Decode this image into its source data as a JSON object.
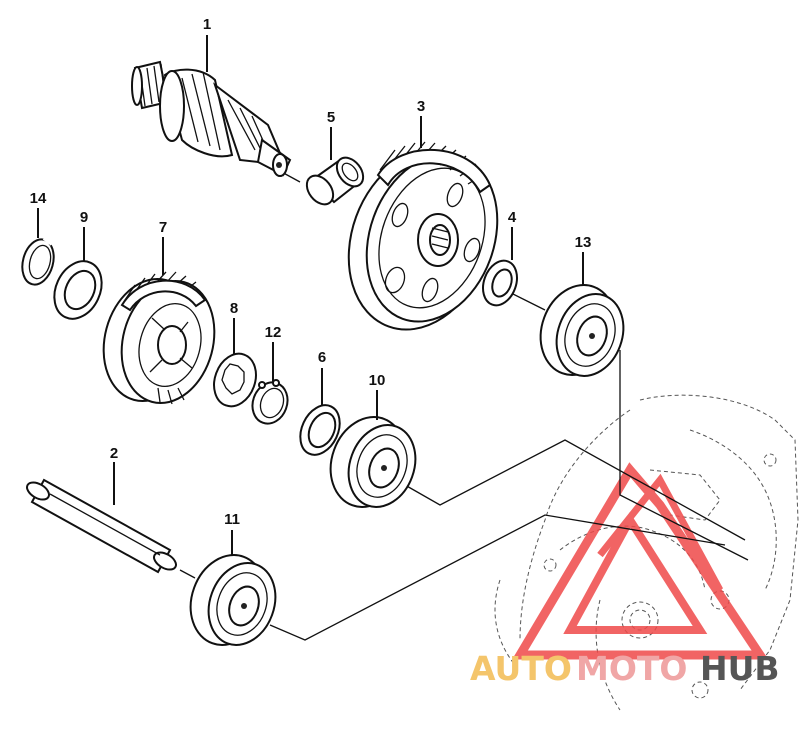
{
  "callouts": [
    {
      "id": "1",
      "label": "1"
    },
    {
      "id": "2",
      "label": "2"
    },
    {
      "id": "3",
      "label": "3"
    },
    {
      "id": "4",
      "label": "4"
    },
    {
      "id": "5",
      "label": "5"
    },
    {
      "id": "6",
      "label": "6"
    },
    {
      "id": "7",
      "label": "7"
    },
    {
      "id": "8",
      "label": "8"
    },
    {
      "id": "9",
      "label": "9"
    },
    {
      "id": "10",
      "label": "10"
    },
    {
      "id": "11",
      "label": "11"
    },
    {
      "id": "12",
      "label": "12"
    },
    {
      "id": "13",
      "label": "13"
    },
    {
      "id": "14",
      "label": "14"
    }
  ],
  "watermark": {
    "part1": "AUTO",
    "part2": "MOTO",
    "part3": "HUB",
    "color_auto": "#f4c56b",
    "color_moto": "#f0a6a6",
    "color_hub": "#555555",
    "logo_color": "#ef4a4a"
  }
}
